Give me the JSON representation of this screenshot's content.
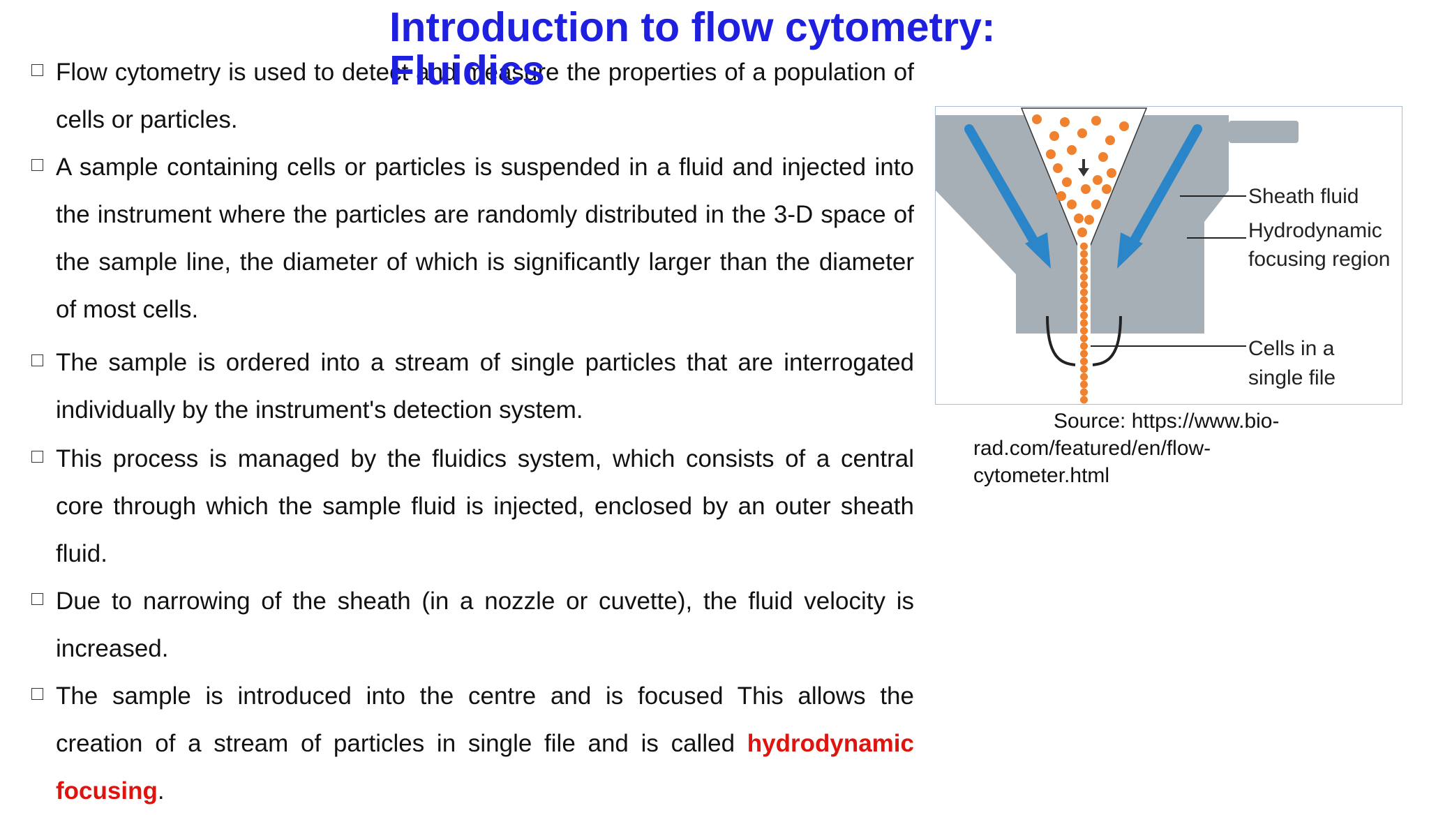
{
  "title": "Introduction to flow cytometry: Fluidics",
  "bullets": [
    {
      "text": "Flow cytometry is used to detect and measure the properties of a population of cells or particles."
    },
    {
      "text": "A sample containing cells or particles is suspended in a fluid and injected into the instrument where the particles are randomly distributed in the 3-D space of the sample line, the diameter of which is significantly larger than the diameter of most cells."
    },
    {
      "text": "The sample is ordered into a stream of single particles that are interrogated individually by the instrument's detection system."
    },
    {
      "text": "This process is managed by the fluidics system, which consists of a central core through which the sample fluid is injected, enclosed by an outer sheath fluid."
    },
    {
      "text": "Due to narrowing of the sheath (in a nozzle or cuvette), the fluid velocity is increased."
    },
    {
      "text": "The sample is introduced into the centre and is focused This allows the creation of a stream of particles in single file and is called ",
      "highlight": "hydrodynamic focusing",
      "tail": "."
    }
  ],
  "figure": {
    "labels": {
      "sheath": "Sheath fluid",
      "hydro_1": "Hydrodynamic",
      "hydro_2": "focusing region",
      "cells_1": "Cells in a",
      "cells_2": "single file"
    },
    "colors": {
      "housing": "#a7afb6",
      "arrows": "#2a86c9",
      "cells": "#f0812e"
    }
  },
  "caption": {
    "line1": "Source: https://www.bio-",
    "line2": "rad.com/featured/en/flow-",
    "line3": "cytometer.html"
  }
}
